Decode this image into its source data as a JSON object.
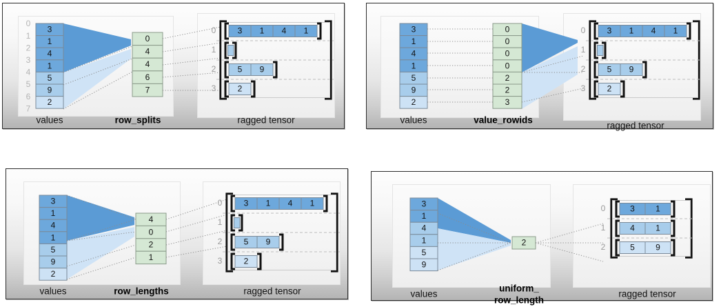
{
  "figure": {
    "title_text": "",
    "colors": {
      "value_blue_dark": "#6da8dc",
      "value_blue_mid": "#a8cdeb",
      "value_blue_light": "#cde2f5",
      "value_blue_lightest": "#e4f0fb",
      "index_green": "#d5e8d4",
      "green_border": "#8a9a8a",
      "cell_border": "#7a8a99",
      "bracket_black": "#111111",
      "dotted_gray": "#8c8c8c",
      "panel_border": "#2b2b2b",
      "fan_dark": "#5b9bd5",
      "fan_light": "#cfe3f6",
      "row_rule": "#bdbdbd",
      "index_label_gray": "#b4b4b4"
    }
  },
  "panels": [
    {
      "id": "row-splits",
      "encoding_label": "row_splits",
      "values_label": "values",
      "tensor_label": "ragged tensor",
      "values": [
        3,
        1,
        4,
        1,
        5,
        9,
        2
      ],
      "values_shades": [
        0,
        0,
        0,
        0,
        1,
        1,
        2
      ],
      "value_index_labels": [
        "0",
        "1",
        "2",
        "3",
        "4",
        "5",
        "6",
        "7"
      ],
      "encoding_values": [
        "0",
        "4",
        "4",
        "6",
        "7"
      ],
      "tensor_row_labels": [
        "0",
        "1",
        "2",
        "3"
      ],
      "tensor_rows": [
        [
          3,
          1,
          4,
          1
        ],
        [],
        [
          5,
          9
        ],
        [
          2
        ]
      ],
      "tensor_row_shades": [
        0,
        1,
        1,
        2
      ]
    },
    {
      "id": "value-rowids",
      "encoding_label": "value_rowids",
      "values_label": "values",
      "tensor_label": "ragged tensor",
      "values": [
        3,
        1,
        4,
        1,
        5,
        9,
        2
      ],
      "values_shades": [
        0,
        0,
        0,
        0,
        1,
        1,
        2
      ],
      "value_index_labels": [],
      "encoding_values": [
        "0",
        "0",
        "0",
        "0",
        "2",
        "2",
        "3"
      ],
      "tensor_row_labels": [
        "0",
        "1",
        "2",
        "3"
      ],
      "tensor_rows": [
        [
          3,
          1,
          4,
          1
        ],
        [],
        [
          5,
          9
        ],
        [
          2
        ]
      ],
      "tensor_row_shades": [
        0,
        1,
        1,
        2
      ]
    },
    {
      "id": "row-lengths",
      "encoding_label": "row_lengths",
      "values_label": "values",
      "tensor_label": "ragged tensor",
      "values": [
        3,
        1,
        4,
        1,
        5,
        9,
        2
      ],
      "values_shades": [
        0,
        0,
        0,
        0,
        1,
        1,
        2
      ],
      "value_index_labels": [],
      "encoding_values": [
        "4",
        "0",
        "2",
        "1"
      ],
      "tensor_row_labels": [
        "0",
        "1",
        "2",
        "3"
      ],
      "tensor_rows": [
        [
          3,
          1,
          4,
          1
        ],
        [],
        [
          5,
          9
        ],
        [
          2
        ]
      ],
      "tensor_row_shades": [
        0,
        1,
        1,
        2
      ]
    },
    {
      "id": "uniform-row-length",
      "encoding_label": "uniform_\nrow_length",
      "encoding_label_line1": "uniform_",
      "encoding_label_line2": "row_length",
      "values_label": "values",
      "tensor_label": "ragged tensor",
      "values": [
        3,
        1,
        4,
        1,
        5,
        9
      ],
      "values_shades": [
        0,
        0,
        1,
        1,
        2,
        2
      ],
      "value_index_labels": [],
      "encoding_values": [
        "2"
      ],
      "tensor_row_labels": [
        "0",
        "1",
        "2"
      ],
      "tensor_rows": [
        [
          3,
          1
        ],
        [
          4,
          1
        ],
        [
          5,
          9
        ]
      ],
      "tensor_row_shades": [
        0,
        1,
        2
      ]
    }
  ]
}
